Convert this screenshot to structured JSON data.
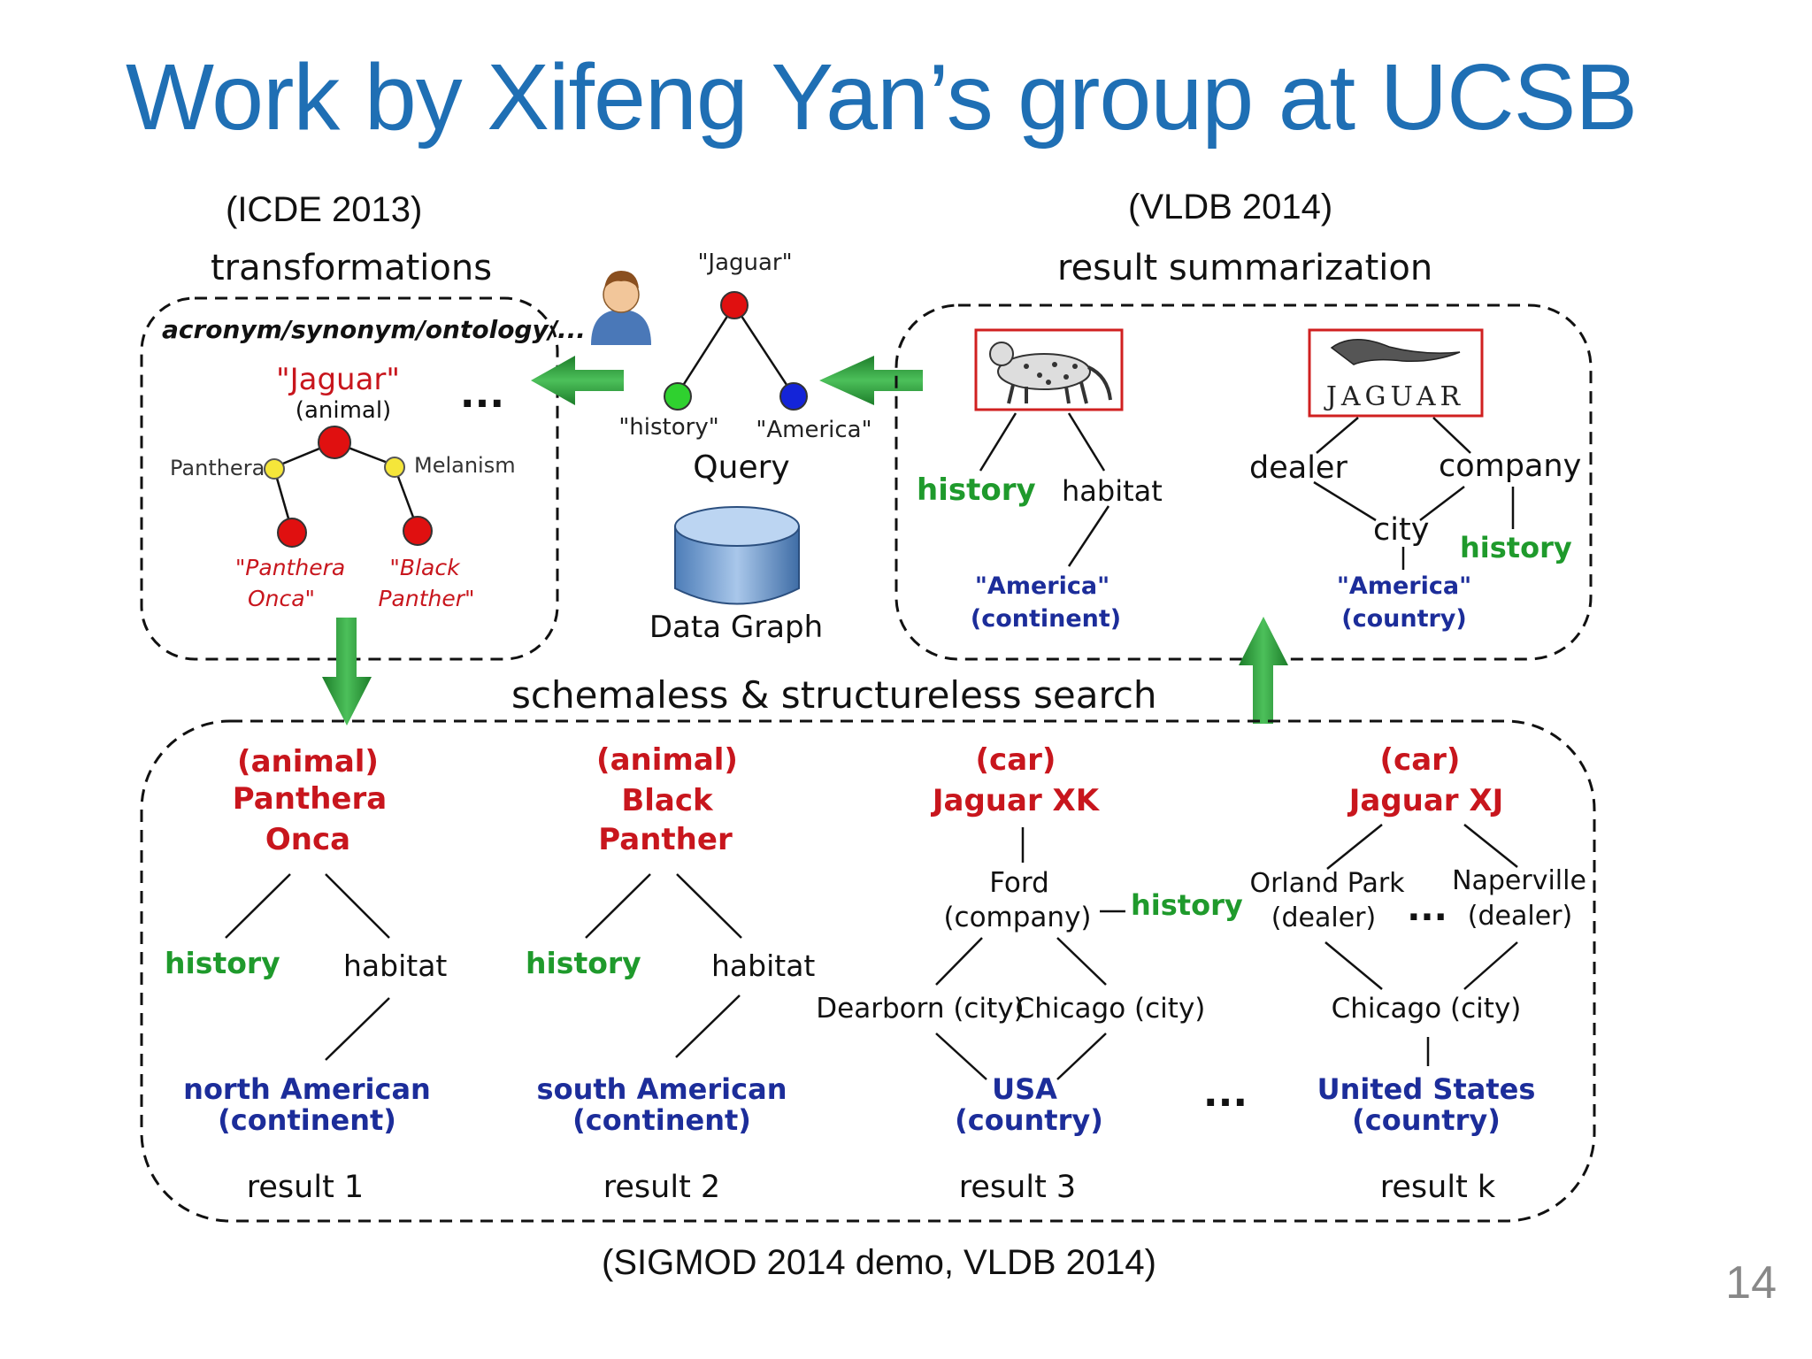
{
  "title": "Work by Xifeng Yan’s group at UCSB",
  "venues": {
    "icde": "(ICDE 2013)",
    "vldb": "(VLDB 2014)",
    "sigmod": "(SIGMOD 2014 demo, VLDB 2014)"
  },
  "page_number": "14",
  "transformations": {
    "heading": "transformations",
    "subtitle": "acronym/synonym/ontology/...",
    "root": "\"Jaguar\"",
    "root_type": "(animal)",
    "ellipsis": "...",
    "left_relation": "Panthera",
    "right_relation": "Melanism",
    "left_leaf": [
      "\"Panthera",
      "Onca\""
    ],
    "right_leaf": [
      "\"Black",
      "Panther\""
    ]
  },
  "query": {
    "root": "\"Jaguar\"",
    "left": "\"history\"",
    "right": "\"America\"",
    "label": "Query",
    "data_graph": "Data Graph"
  },
  "summary": {
    "heading": "result summarization",
    "left": {
      "history": "history",
      "habitat": "habitat",
      "leaf": [
        "\"America\"",
        "(continent)"
      ]
    },
    "right": {
      "logo": "JAGUAR",
      "dealer": "dealer",
      "company": "company",
      "city": "city",
      "history": "history",
      "leaf": [
        "\"America\"",
        "(country)"
      ]
    }
  },
  "search": {
    "heading": "schemaless & structureless search",
    "ellipsis": "...",
    "results": [
      {
        "type": "(animal)",
        "name": [
          "Panthera",
          "Onca"
        ],
        "history": "history",
        "habitat": "habitat",
        "leaf": [
          "north American",
          "(continent)"
        ],
        "label": "result 1"
      },
      {
        "type": "(animal)",
        "name": [
          "Black",
          "Panther"
        ],
        "history": "history",
        "habitat": "habitat",
        "leaf": [
          "south American",
          "(continent)"
        ],
        "label": "result 2"
      },
      {
        "type": "(car)",
        "name": [
          "Jaguar XK"
        ],
        "company": [
          "Ford",
          "(company)"
        ],
        "history": "history",
        "city_left": "Dearborn (city)",
        "city_right": "Chicago (city)",
        "leaf": [
          "USA",
          "(country)"
        ],
        "label": "result 3"
      },
      {
        "type": "(car)",
        "name": [
          "Jaguar XJ"
        ],
        "dealer_left": [
          "Orland Park",
          "(dealer)"
        ],
        "dealer_right": [
          "Naperville",
          "(dealer)"
        ],
        "ellipsis": "...",
        "city": "Chicago (city)",
        "leaf": [
          "United States",
          "(country)"
        ],
        "label": "result k"
      }
    ]
  },
  "colors": {
    "title": "#1f6fb4",
    "green": "#1f9a2c",
    "red": "#c8161d",
    "blue": "#1c2d9a",
    "arrow": "#2e9b3a"
  }
}
